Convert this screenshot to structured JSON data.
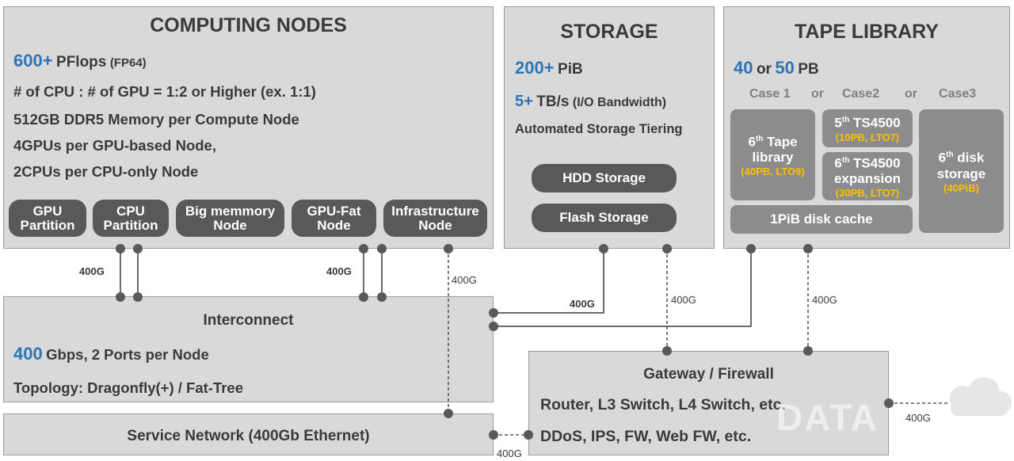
{
  "computing": {
    "title": "COMPUTING NODES",
    "perf_value": "600+",
    "perf_unit": "PFlops",
    "perf_note": "(FP64)",
    "lines": [
      "# of CPU : # of GPU = 1:2 or Higher (ex. 1:1)",
      "512GB DDR5 Memory per Compute Node",
      "4GPUs per GPU-based Node,",
      "2CPUs per CPU-only Node"
    ],
    "partitions": [
      {
        "line1": "GPU",
        "line2": "Partition"
      },
      {
        "line1": "CPU",
        "line2": "Partition"
      },
      {
        "line1": "Big memmory",
        "line2": "Node"
      },
      {
        "line1": "GPU-Fat",
        "line2": "Node"
      },
      {
        "line1": "Infrastructure",
        "line2": "Node"
      }
    ]
  },
  "storage": {
    "title": "STORAGE",
    "cap_value": "200+",
    "cap_unit": "PiB",
    "bw_value": "5+",
    "bw_unit": "TB/s",
    "bw_note": "(I/O Bandwidth)",
    "tiering": "Automated Storage Tiering",
    "hdd": "HDD Storage",
    "flash": "Flash Storage"
  },
  "tape": {
    "title": "TAPE LIBRARY",
    "cap_a": "40",
    "cap_or": "or",
    "cap_b": "50",
    "cap_unit": "PB",
    "case1": "Case 1",
    "or1": "or",
    "case2": "Case2",
    "or2": "or",
    "case3": "Case3",
    "tile1_line1": "6",
    "tile1_sup": "th",
    "tile1_line1b": " Tape",
    "tile1_line2": "library",
    "tile1_note": "(40PB, LTO9)",
    "tile2_pre": "5",
    "tile2_sup": "th",
    "tile2_name": " TS4500",
    "tile2_note": "(10PB, LTO7)",
    "tile3_pre": "6",
    "tile3_sup": "th",
    "tile3_name": " TS4500",
    "tile3_line2": "expansion",
    "tile3_note": "(30PB, LTO7)",
    "tile4_pre": "6",
    "tile4_sup": "th",
    "tile4_name": " disk",
    "tile4_line2": "storage",
    "tile4_note": "(40PiB)",
    "cache": "1PiB disk cache"
  },
  "interconnect": {
    "title": "Interconnect",
    "speed_value": "400",
    "speed_text": "Gbps, 2 Ports per Node",
    "topology": "Topology: Dragonfly(+) / Fat-Tree"
  },
  "service": {
    "title": "Service Network (400Gb Ethernet)"
  },
  "gateway": {
    "title": "Gateway / Firewall",
    "line1": "Router, L3 Switch, L4 Switch, etc.",
    "line2": "DDoS, IPS, FW, Web FW, etc."
  },
  "links": {
    "l1": "400G",
    "l2": "400G",
    "l3": "400G",
    "l4": "400G",
    "l5": "400G",
    "l6": "400G",
    "l7": "400G",
    "l8": "400G"
  },
  "watermark": "DATA",
  "colors": {
    "accent": "#2e75b6",
    "highlight": "#ffc000",
    "node": "#595959",
    "tile": "#8c8c8c"
  }
}
